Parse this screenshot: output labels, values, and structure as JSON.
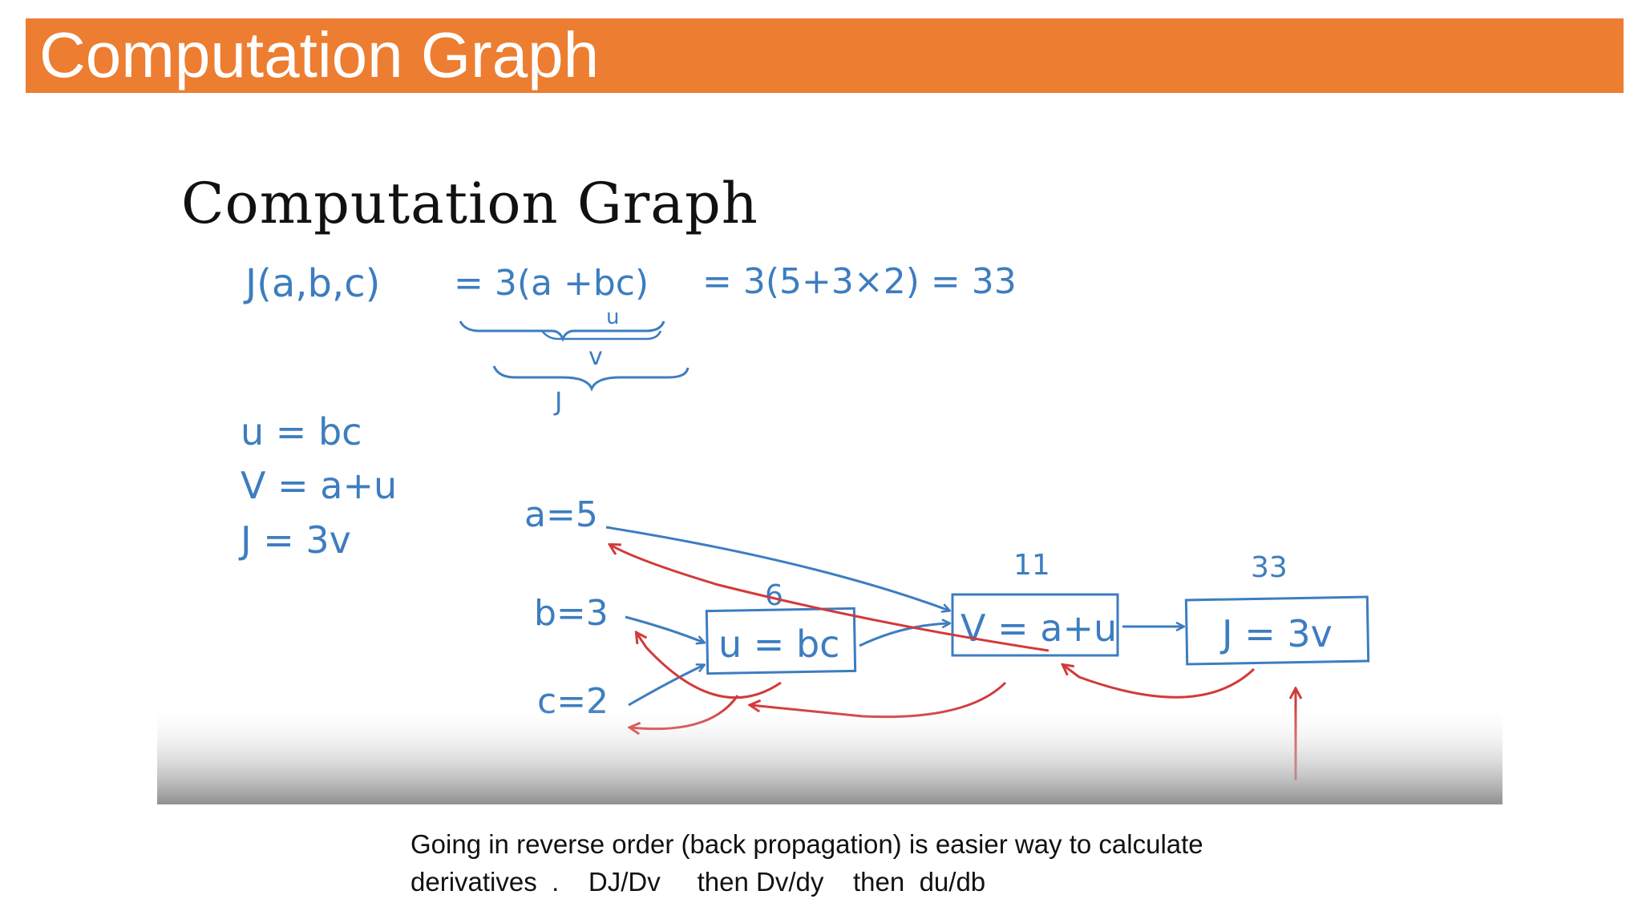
{
  "header": {
    "title": "Computation Graph",
    "bar_color": "#ED7D31"
  },
  "slide_image": {
    "heading": "Computation Graph",
    "equation_left": "J(a,b,c)",
    "equation_mid": "= 3(a +bc)",
    "equation_right": "= 3(5+3×2) = 33",
    "brace_u": "u",
    "brace_v": "v",
    "brace_j": "J",
    "definitions": [
      "u = bc",
      "V = a+u",
      "J = 3v"
    ],
    "inputs": [
      "a=5",
      "b=3",
      "c=2"
    ],
    "nodes": [
      {
        "label": "u = bc",
        "value": "6"
      },
      {
        "label": "V = a+u",
        "value": "11"
      },
      {
        "label": "J = 3v",
        "value": "33"
      }
    ],
    "ink_color": "#3D7DC0",
    "backprop_color": "#D23A3A"
  },
  "caption": {
    "line1": "Going in reverse order (back propagation) is easier way to calculate",
    "line2": "derivatives  .    DJ/Dv     then Dv/dy    then  du/db"
  }
}
